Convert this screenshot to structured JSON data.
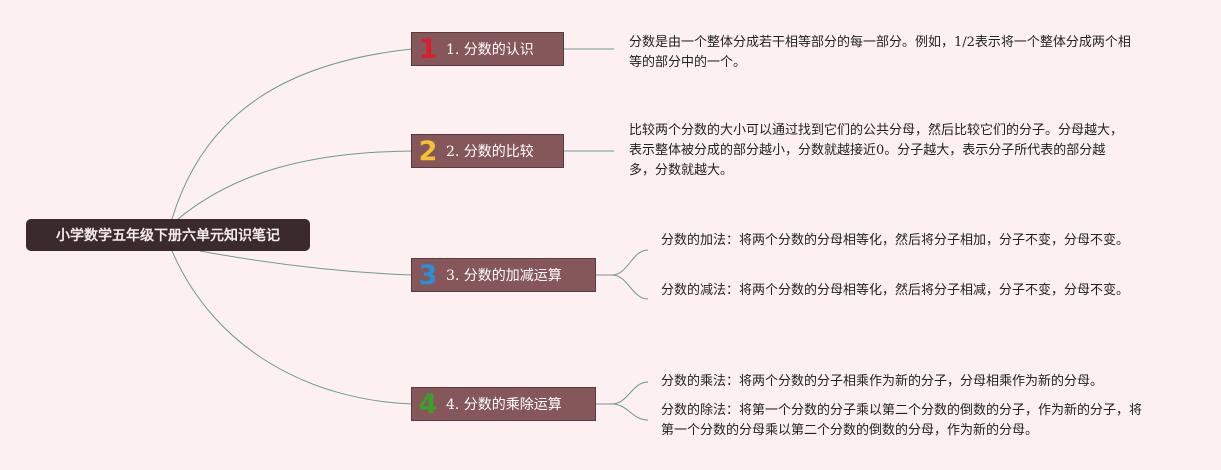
{
  "root": {
    "title": "小学数学五年级下册六单元知识笔记"
  },
  "branches": [
    {
      "number": "1",
      "number_color": "#d71f2e",
      "label": "1. 分数的认识",
      "notes": [
        "分数是由一个整体分成若干相等部分的每一部分。例如，1/2表示将一个整体分成两个相等的部分中的一个。"
      ]
    },
    {
      "number": "2",
      "number_color": "#f2c230",
      "label": "2. 分数的比较",
      "notes": [
        "比较两个分数的大小可以通过找到它们的公共分母，然后比较它们的分子。分母越大，表示整体被分成的部分越小，分数就越接近0。分子越大，表示分子所代表的部分越多，分数就越大。"
      ]
    },
    {
      "number": "3",
      "number_color": "#2c8fd6",
      "label": "3. 分数的加减运算",
      "notes": [
        "分数的加法：将两个分数的分母相等化，然后将分子相加，分子不变，分母不变。",
        "分数的减法：将两个分数的分母相等化，然后将分子相减，分子不变，分母不变。"
      ]
    },
    {
      "number": "4",
      "number_color": "#3aa02a",
      "label": "4. 分数的乘除运算",
      "notes": [
        "分数的乘法：将两个分数的分子相乘作为新的分子，分母相乘作为新的分母。",
        "分数的除法：将第一个分数的分子乘以第二个分数的倒数的分子，作为新的分子，将第一个分数的分母乘以第二个分数的倒数的分母，作为新的分母。"
      ]
    }
  ]
}
